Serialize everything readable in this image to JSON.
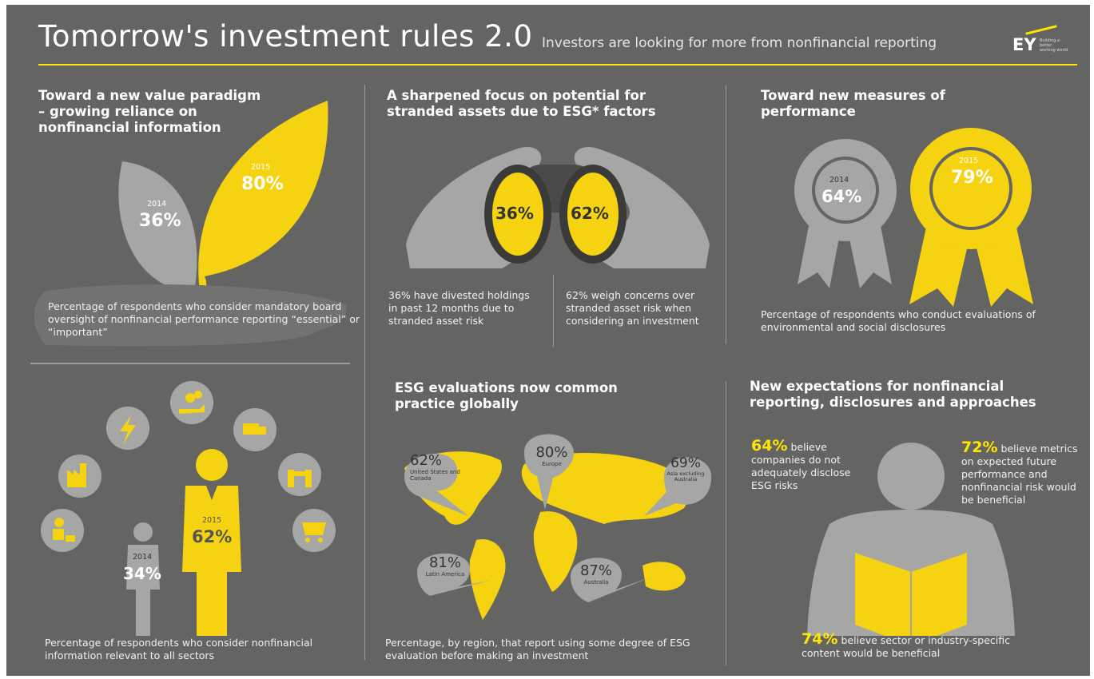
{
  "header": {
    "title": "Tomorrow's investment rules 2.0",
    "subtitle": "Investors are looking for more from nonfinancial reporting",
    "logo_text": "EY",
    "logo_tagline": "Building a better working world"
  },
  "colors": {
    "background": "#646462",
    "accent": "#ffe600",
    "gray": "#a6a6a4",
    "dark": "#3a3a39"
  },
  "panel_value_paradigm": {
    "heading": "Toward a new value paradigm – growing reliance on nonfinancial information",
    "year_2014": "2014",
    "value_2014": "36%",
    "year_2015": "2015",
    "value_2015": "80%",
    "caption": "Percentage of respondents who consider mandatory board oversight of nonfinancial performance reporting “essential” or “important”"
  },
  "panel_stranded_assets": {
    "heading": "A sharpened focus on potential for stranded assets due to ESG* factors",
    "left_value": "36%",
    "right_value": "62%",
    "left_caption": "36% have divested holdings in past 12 months due to stranded asset risk",
    "right_caption": "62% weigh concerns over stranded asset risk when considering an investment"
  },
  "panel_measures": {
    "heading": "Toward new measures of performance",
    "year_2014": "2014",
    "value_2014": "64%",
    "year_2015": "2015",
    "value_2015": "79%",
    "caption": "Percentage of respondents who conduct evaluations of environmental and social disclosures"
  },
  "panel_sectors": {
    "year_2014": "2014",
    "value_2014": "34%",
    "year_2015": "2015",
    "value_2015": "62%",
    "icons": [
      "construction-worker-icon",
      "factory-icon",
      "lightning-icon",
      "hand-coins-icon",
      "truck-icon",
      "handshake-icon",
      "shopping-cart-icon"
    ],
    "caption": "Percentage of respondents who consider nonfinancial information relevant to all sectors"
  },
  "panel_esg_global": {
    "heading": "ESG evaluations now common practice globally",
    "regions": [
      {
        "value": "62%",
        "label": "United States and Canada"
      },
      {
        "value": "80%",
        "label": "Europe"
      },
      {
        "value": "69%",
        "label": "Asia excluding Australia"
      },
      {
        "value": "81%",
        "label": "Latin America"
      },
      {
        "value": "87%",
        "label": "Australia"
      }
    ],
    "caption": "Percentage, by region, that report using some degree of ESG evaluation before making an investment"
  },
  "panel_expectations": {
    "heading": "New expectations for nonfinancial reporting, disclosures and approaches",
    "stat1_value": "64%",
    "stat1_text": "believe companies do not adequately disclose ESG risks",
    "stat2_value": "72%",
    "stat2_text": "believe metrics on expected future performance and nonfinancial risk would be beneficial",
    "stat3_value": "74%",
    "stat3_text": "believe sector or industry-specific content would be beneficial"
  }
}
